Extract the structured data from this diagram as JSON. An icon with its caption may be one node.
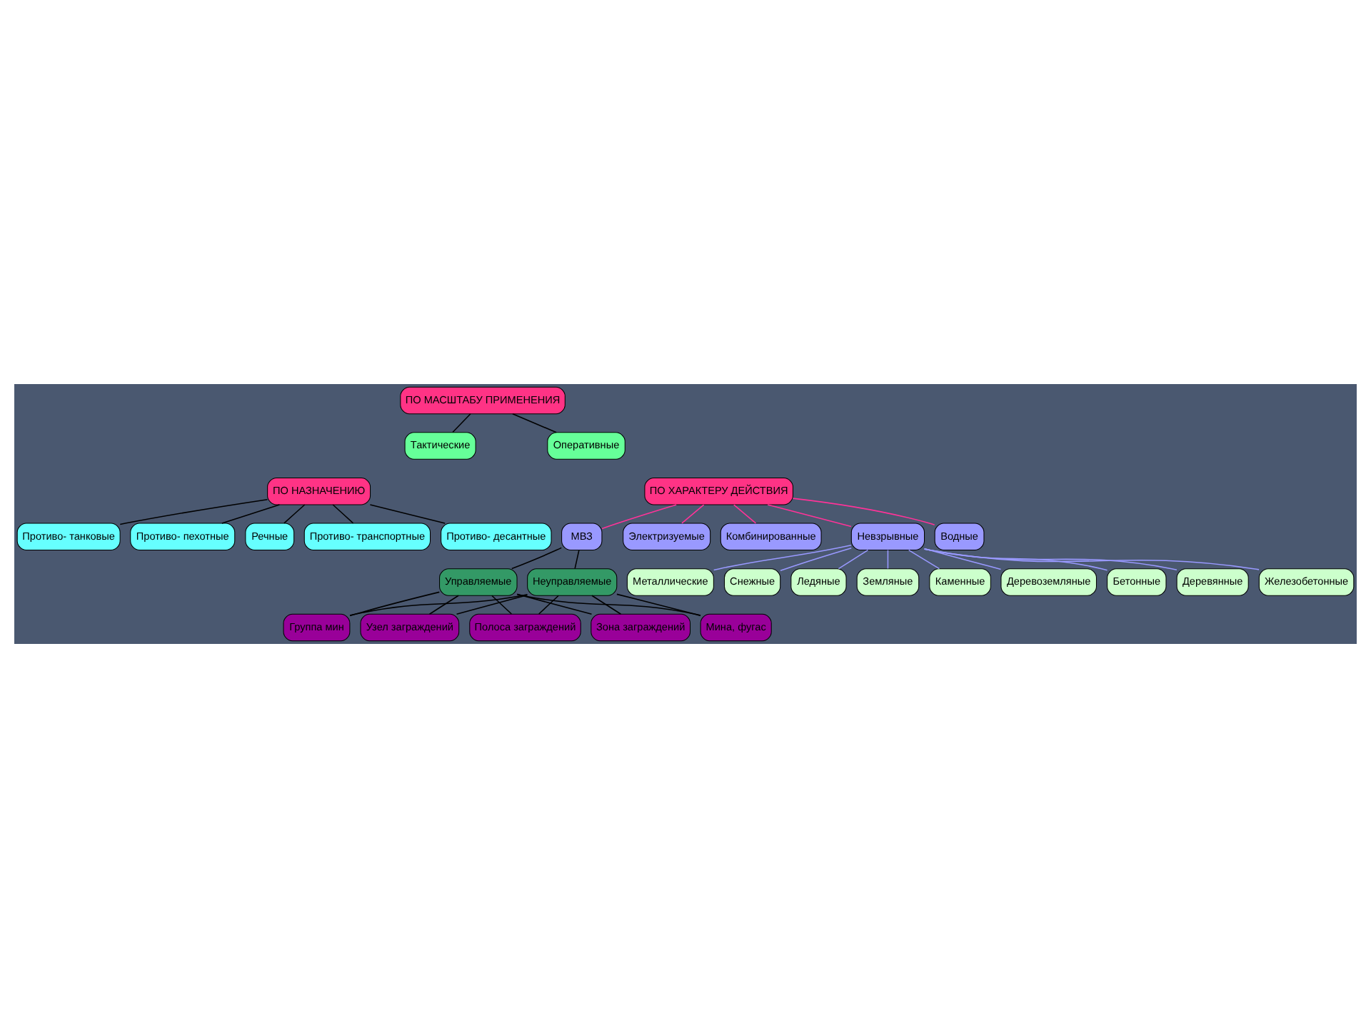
{
  "diagram": {
    "nodes": [
      {
        "text": [
          "ПО МАСШТАБУ ПРИМЕНЕНИЯ"
        ]
      },
      {
        "text": [
          "Тактические"
        ]
      },
      {
        "text": [
          "Оперативные"
        ]
      },
      {
        "text": [
          "ПО НАЗНАЧЕНИЮ"
        ]
      },
      {
        "text": [
          "ПО ХАРАКТЕРУ ДЕЙСТВИЯ"
        ]
      },
      {
        "text": [
          "Противо- танковые"
        ]
      },
      {
        "text": [
          "Противо- пехотные"
        ]
      },
      {
        "text": [
          "Речные"
        ]
      },
      {
        "text": [
          "Противо- транспортные"
        ]
      },
      {
        "text": [
          "Противо- десантные"
        ]
      },
      {
        "text": [
          "МВЗ"
        ]
      },
      {
        "text": [
          "Электризуемые"
        ]
      },
      {
        "text": [
          "Комбинированные"
        ]
      },
      {
        "text": [
          "Управляемые"
        ]
      },
      {
        "text": [
          "Неуправляемые"
        ]
      },
      {
        "text": [
          "Невзрывные"
        ]
      },
      {
        "text": [
          "Водные"
        ]
      },
      {
        "text": [
          "Мина, фугас"
        ]
      },
      {
        "text": [
          "Группа мин"
        ]
      },
      {
        "text": [
          "Узел заграждений"
        ]
      },
      {
        "text": [
          "Полоса заграждений"
        ]
      },
      {
        "text": [
          "Зона заграждений"
        ]
      },
      {
        "text": [
          "Земляные"
        ]
      },
      {
        "text": [
          "Каменные"
        ]
      },
      {
        "text": [
          "Деревоземляные"
        ]
      },
      {
        "text": [
          "Бетонные"
        ]
      },
      {
        "text": [
          "Деревянные"
        ]
      },
      {
        "text": [
          "Железобетонные"
        ]
      },
      {
        "text": [
          "Металлические"
        ]
      },
      {
        "text": [
          "Снежные"
        ]
      },
      {
        "text": [
          "Ледяные"
        ]
      }
    ],
    "edges": [
      {
        "from": 0,
        "to": 1,
        "arrow": "none"
      },
      {
        "from": 0,
        "to": 2,
        "arrow": "none"
      },
      {
        "from": 3,
        "to": 5,
        "arrow": "none"
      },
      {
        "from": 3,
        "to": 6,
        "arrow": "none"
      },
      {
        "from": 3,
        "to": 7,
        "arrow": "none"
      },
      {
        "from": 3,
        "to": 8,
        "arrow": "none"
      },
      {
        "from": 3,
        "to": 9,
        "arrow": "none"
      },
      {
        "from": 4,
        "to": 10,
        "arrow": "none",
        "color": "#ff3399"
      },
      {
        "from": 4,
        "to": 11,
        "arrow": "none",
        "color": "#ff3399"
      },
      {
        "from": 4,
        "to": 12,
        "arrow": "none",
        "color": "#ff3399"
      },
      {
        "from": 4,
        "to": 15,
        "arrow": "none",
        "color": "#ff3399"
      },
      {
        "from": 4,
        "to": 16,
        "arrow": "none",
        "color": "#ff3399"
      },
      {
        "from": 10,
        "to": 13,
        "arrow": "none"
      },
      {
        "from": 10,
        "to": 14,
        "arrow": "none"
      },
      {
        "from": 13,
        "to": 17,
        "arrow": "none"
      },
      {
        "from": 13,
        "to": 18,
        "arrow": "none"
      },
      {
        "from": 13,
        "to": 19,
        "arrow": "none"
      },
      {
        "from": 13,
        "to": 20,
        "arrow": "none"
      },
      {
        "from": 13,
        "to": 21,
        "arrow": "none"
      },
      {
        "from": 14,
        "to": 17,
        "arrow": "none"
      },
      {
        "from": 14,
        "to": 18,
        "arrow": "none"
      },
      {
        "from": 14,
        "to": 19,
        "arrow": "none"
      },
      {
        "from": 14,
        "to": 20,
        "arrow": "none"
      },
      {
        "from": 14,
        "to": 21,
        "arrow": "none"
      },
      {
        "from": 15,
        "to": 22,
        "arrow": "none",
        "color": "#9999ff"
      },
      {
        "from": 15,
        "to": 23,
        "arrow": "none",
        "color": "#9999ff"
      },
      {
        "from": 15,
        "to": 24,
        "arrow": "none",
        "color": "#9999ff"
      },
      {
        "from": 15,
        "to": 25,
        "arrow": "none",
        "color": "#9999ff"
      },
      {
        "from": 15,
        "to": 26,
        "arrow": "none",
        "color": "#9999ff"
      },
      {
        "from": 15,
        "to": 27,
        "arrow": "none",
        "color": "#9999ff"
      },
      {
        "from": 15,
        "to": 28,
        "arrow": "none",
        "color": "#9999ff"
      },
      {
        "from": 15,
        "to": 29,
        "arrow": "none",
        "color": "#9999ff"
      },
      {
        "from": 15,
        "to": 30,
        "arrow": "none",
        "color": "#9999ff"
      }
    ]
  }
}
